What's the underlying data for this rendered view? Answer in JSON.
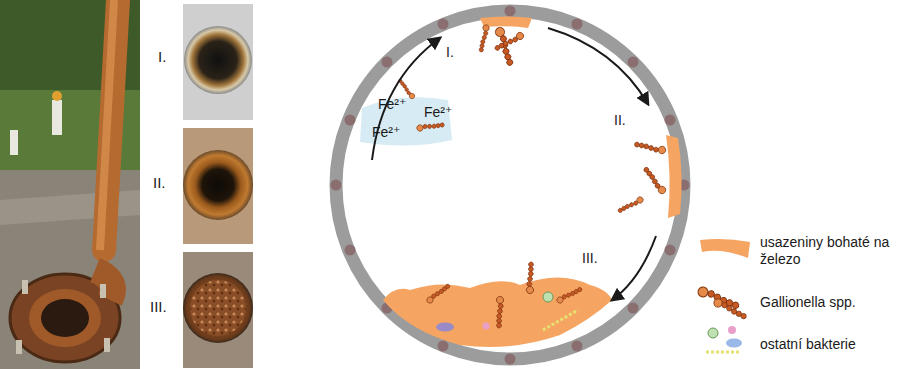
{
  "diagram": {
    "labels": [
      "I.",
      "II.",
      "III.",
      "I.",
      "II.",
      "III.",
      "Fe²⁺",
      "Fe²⁺",
      "Fe²⁺"
    ],
    "legend": [
      {
        "text": "usazeniny bohaté na železo",
        "color": "#f5a462"
      },
      {
        "text": "Gallionella spp."
      },
      {
        "text": "ostatní bakterie"
      }
    ]
  }
}
